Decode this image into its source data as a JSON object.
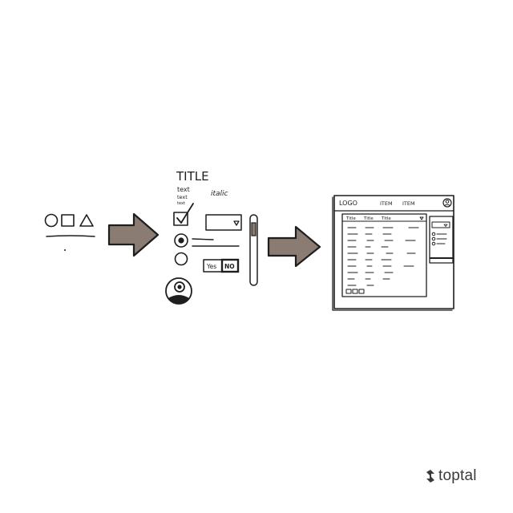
{
  "sketch": {
    "stage2": {
      "title": "TITLE",
      "text_lines": [
        "text",
        "text",
        "text"
      ],
      "italic_label": "italic",
      "toggle_yes": "Yes",
      "toggle_no": "NO"
    },
    "stage3": {
      "logo": "LOGO",
      "nav_items": [
        "ITEM",
        "ITEM"
      ],
      "table_headers": [
        "Title",
        "Title",
        "Title"
      ]
    }
  },
  "brand": {
    "name": "toptal"
  },
  "colors": {
    "ink": "#1e1e1e",
    "arrow_fill": "#8a7c72",
    "brand_text": "#3a3a3a"
  },
  "icons": [
    "circle-shape-icon",
    "square-shape-icon",
    "triangle-shape-icon",
    "arrow-right-icon",
    "avatar-icon",
    "toptal-logo-icon"
  ]
}
